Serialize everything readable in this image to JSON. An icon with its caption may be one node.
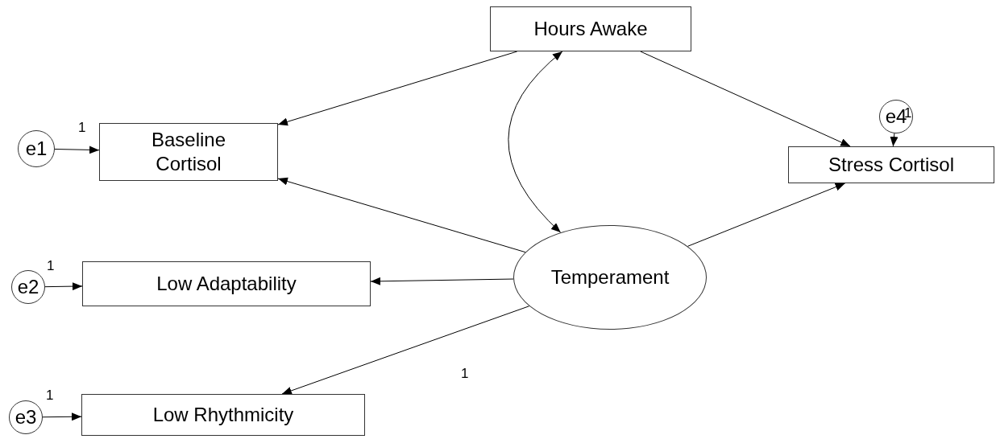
{
  "diagram": {
    "nodes": [
      {
        "text": [
          "Hours Awake"
        ]
      },
      {
        "text": [
          "e1"
        ]
      },
      {
        "text": [
          "Baseline Cortisol"
        ]
      },
      {
        "text": [
          "e4"
        ]
      },
      {
        "text": [
          "Stress Cortisol"
        ]
      },
      {
        "text": [
          "e2"
        ]
      },
      {
        "text": [
          "Low Adaptability"
        ]
      },
      {
        "text": [
          "Temperament"
        ]
      },
      {
        "text": [
          "e3"
        ]
      },
      {
        "text": [
          "Low Rhythmicity"
        ]
      }
    ],
    "edges": [
      {
        "from": 0,
        "to": 2,
        "arrow": "to"
      },
      {
        "from": 0,
        "to": 4,
        "arrow": "to"
      },
      {
        "from": 0,
        "to": 7,
        "arrow": "both"
      },
      {
        "from": 1,
        "to": 2,
        "arrow": "to",
        "label": "1"
      },
      {
        "from": 3,
        "to": 4,
        "arrow": "to",
        "label": "1"
      },
      {
        "from": 7,
        "to": 2,
        "arrow": "to"
      },
      {
        "from": 7,
        "to": 4,
        "arrow": "to"
      },
      {
        "from": 5,
        "to": 6,
        "arrow": "to",
        "label": "1"
      },
      {
        "from": 7,
        "to": 6,
        "arrow": "to"
      },
      {
        "from": 8,
        "to": 9,
        "arrow": "to",
        "label": "1"
      },
      {
        "from": 7,
        "to": 9,
        "arrow": "to",
        "label": "1"
      }
    ]
  }
}
